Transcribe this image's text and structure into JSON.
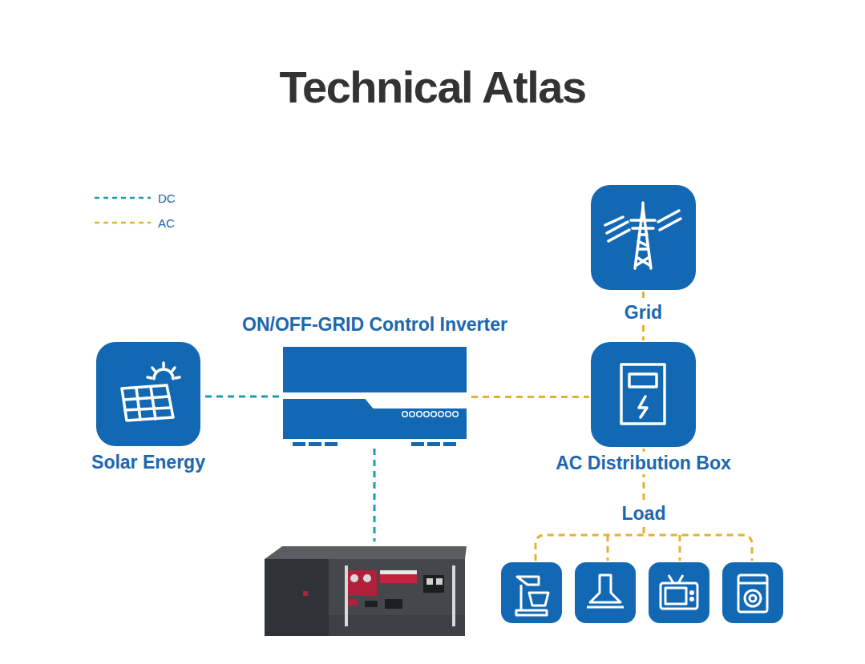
{
  "diagram": {
    "title": "Technical Atlas",
    "nodes": [
      {
        "text": [
          "Grid"
        ]
      },
      {
        "text": [
          "ON/OFF-GRID Control Inverter"
        ]
      },
      {
        "text": [
          "Solar Energy"
        ]
      },
      {
        "text": [
          "AC Distribution Box"
        ]
      }
    ],
    "edges": [
      {
        "from": 2,
        "to": 1,
        "arrow": "none"
      },
      {
        "from": 1,
        "to": 3,
        "arrow": "none"
      },
      {
        "from": 0,
        "to": 3,
        "arrow": "none"
      }
    ],
    "labels": [
      "Load"
    ],
    "legend": [
      {
        "text": "DC"
      },
      {
        "text": "AC"
      }
    ]
  }
}
